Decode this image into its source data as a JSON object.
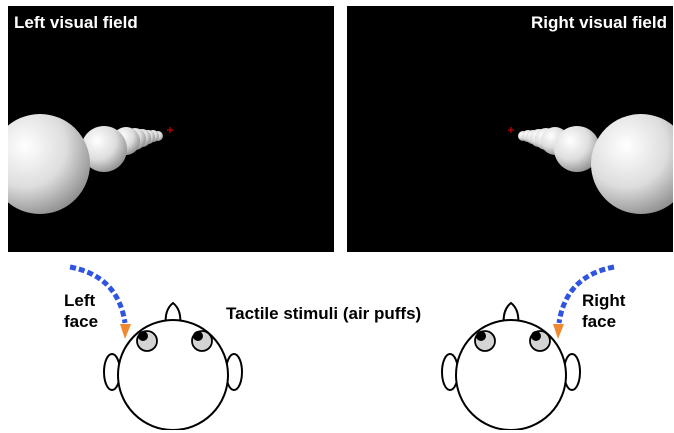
{
  "panels": {
    "left": {
      "title": "Left visual field"
    },
    "right": {
      "title": "Right visual field"
    }
  },
  "tactile": {
    "title": "Tactile stimuli (air puffs)",
    "left_face_line1": "Left",
    "left_face_line2": "face",
    "right_face_line1": "Right",
    "right_face_line2": "face"
  },
  "colors": {
    "background": "#000000",
    "sphere": "#e6e6e6",
    "fixation_cross": "#cc0000",
    "air_puff_path": "#2f55e0",
    "air_puff_nozzle": "#f08a30"
  },
  "icons": {
    "head": "head-top-view-icon",
    "fixation": "fixation-cross-icon",
    "air_puff": "air-puff-arrow-icon"
  }
}
